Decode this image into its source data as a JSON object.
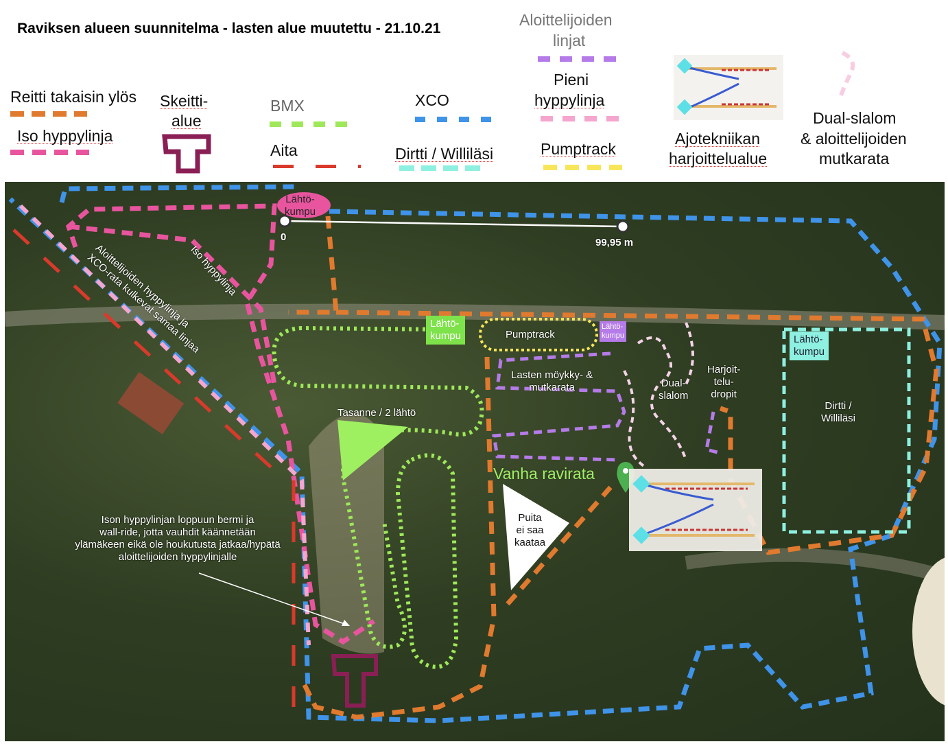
{
  "title": "Raviksen alueen suunnitelma - lasten alue muutettu - 21.10.21",
  "legend": {
    "reitti": "Reitti takaisin ylös",
    "iso": "Iso hyppylinja",
    "skeitti_1": "Skeitti-",
    "skeitti_2": "alue",
    "bmx": "BMX",
    "aita": "Aita",
    "xco": "XCO",
    "dirtti": "Dirtti / Williläsi",
    "aloittelijat_1": "Aloittelijoiden",
    "aloittelijat_2": "linjat",
    "pieni_1": "Pieni",
    "pieni_2": "hyppylinja",
    "pumptrack": "Pumptrack",
    "ajotekniikka_1": "Ajotekniikan",
    "ajotekniikka_2": "harjoittelualue",
    "dual_1": "Dual-slalom",
    "dual_2": "& aloittelijoiden",
    "dual_3": "mutkarata"
  },
  "colors": {
    "reitti": "#e07a2f",
    "iso": "#e8559e",
    "bmx": "#9ee85a",
    "aita": "#d93a2b",
    "xco": "#3f93e8",
    "dirtti": "#8ef0e0",
    "aloittelijat": "#b57be8",
    "pieni": "#f4a6cf",
    "pumptrack": "#f7e65a",
    "skeitti": "#8a1f55"
  },
  "map": {
    "lahto_top_1": "Lähtö-",
    "lahto_top_2": "kumpu",
    "scale_start": "0",
    "scale_end": "99,95 m",
    "diag_1": "Aloittelijoiden hyppylinja ja",
    "diag_2": "XCO-rata kulkevat samaa linjaa",
    "iso_label": "Iso hyppylinja",
    "lahto_green_1": "Lähtö-",
    "lahto_green_2": "kumpu",
    "pumptrack": "Pumptrack",
    "lahto_purple_1": "Lähtö-",
    "lahto_purple_2": "kumpu",
    "lasten_1": "Lasten möykky- &",
    "lasten_2": "mutkarata",
    "dual_1": "Dual-",
    "dual_2": "slalom",
    "harj_1": "Harjoit-",
    "harj_2": "telu-",
    "harj_3": "dropit",
    "lahto_cyan_1": "Lähtö-",
    "lahto_cyan_2": "kumpu",
    "dirtti_1": "Dirtti /",
    "dirtti_2": "Williläsi",
    "tasanne": "Tasanne / 2 lähtö",
    "vanha": "Vanha ravirata",
    "puita_1": "Puita",
    "puita_2": "ei saa",
    "puita_3": "kaataa",
    "note_1": "Ison hyppylinjan loppuun bermi ja",
    "note_2": "wall-ride, jotta vauhdit käännetään",
    "note_3": "ylämäkeen eikä ole houkutusta jatkaa/hypätä",
    "note_4": "aloittelijoiden hyppylinjalle"
  }
}
